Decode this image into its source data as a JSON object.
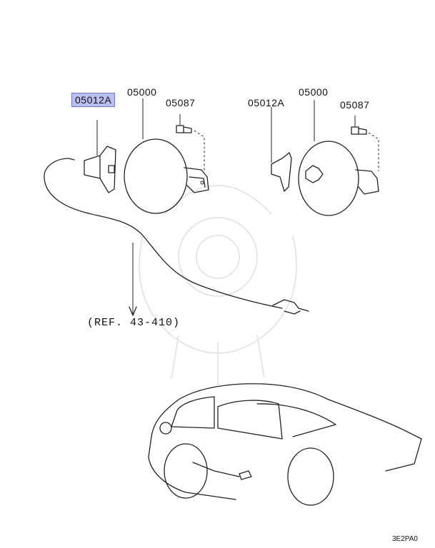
{
  "labels": {
    "left_lid_part": "05012A",
    "left_cap_part": "05000",
    "left_screw_part": "05087",
    "right_lid_part": "05012A",
    "right_cap_part": "05000",
    "right_screw_part": "05087",
    "reference": "(REF. 43-410)",
    "figure_code": "3E2PA0"
  },
  "colors": {
    "highlight_fill": "#b9bff0",
    "highlight_border": "#6f78c8",
    "line": "#222222"
  }
}
